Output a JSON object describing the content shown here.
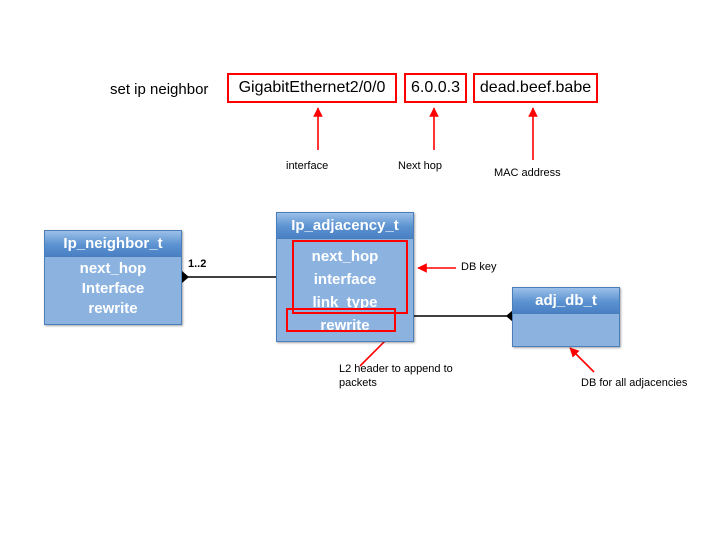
{
  "command": {
    "prefix": "set ip neighbor",
    "tokens": [
      {
        "text": "GigabitEthernet2/0/0",
        "annotation": "interface"
      },
      {
        "text": "6.0.0.3",
        "annotation": "Next hop"
      },
      {
        "text": "dead.beef.babe",
        "annotation": "MAC address"
      }
    ]
  },
  "diagram": {
    "boxes": [
      {
        "title": "Ip_neighbor_t",
        "attrs": [
          "next_hop",
          "Interface",
          "rewrite"
        ]
      },
      {
        "title": "Ip_adjacency_t",
        "attrs": [
          "next_hop",
          "interface",
          "link_type",
          "rewrite"
        ]
      },
      {
        "title": "adj_db_t",
        "attrs": []
      }
    ],
    "multiplicity": "1..2",
    "callouts": [
      {
        "text": "DB key"
      },
      {
        "text": "L2 header to append to packets"
      },
      {
        "text": "DB for all adjacencies"
      }
    ]
  },
  "colors": {
    "highlight": "#ff0000",
    "box_fill": "#8cb3e0",
    "box_border": "#4a7ebb",
    "header_top": "#9cc0e8",
    "header_bottom": "#4a80c4",
    "connector": "#000000",
    "text_on_box": "#ffffff"
  }
}
